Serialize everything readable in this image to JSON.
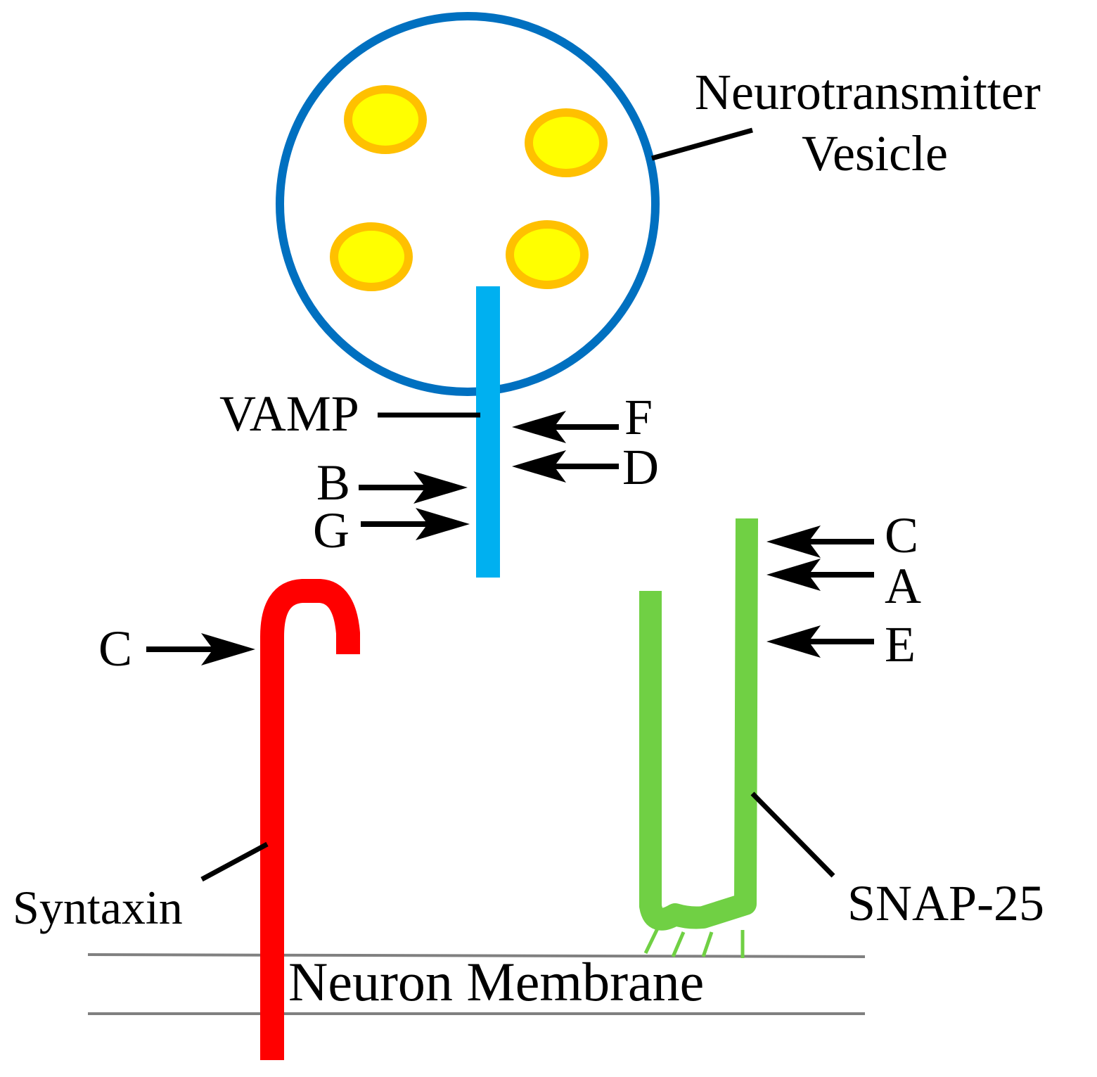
{
  "labels": {
    "vesicle_line1": "Neurotransmitter",
    "vesicle_line2": "Vesicle",
    "vamp": "VAMP",
    "syntaxin": "Syntaxin",
    "snap25": "SNAP-25",
    "membrane": "Neuron Membrane"
  },
  "cleavage_sites": {
    "vamp_right": [
      "F",
      "D"
    ],
    "vamp_left": [
      "B",
      "G"
    ],
    "snap25": [
      "C",
      "A",
      "E"
    ],
    "syntaxin": [
      "C"
    ]
  },
  "colors": {
    "vesicle_outline": "#0070c0",
    "neurotransmitter_fill": "#ffff00",
    "neurotransmitter_outline": "#ffc000",
    "vamp": "#00b0f0",
    "syntaxin": "#ff0000",
    "snap25": "#70d044",
    "membrane": "#808080",
    "arrow": "#000000"
  }
}
